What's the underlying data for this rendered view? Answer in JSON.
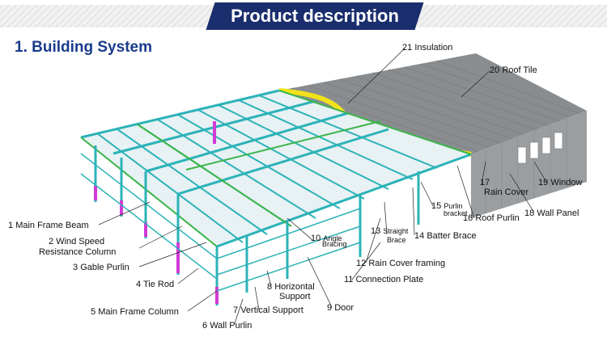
{
  "header": {
    "banner_title": "Product description",
    "section_title": "1. Building System"
  },
  "colors": {
    "banner": "#1a2e6e",
    "section_title": "#1a3b8c",
    "steel": "#2bb3b8",
    "purlin": "#3bb54a",
    "column_accent": "#d13ad6",
    "roof": "#8a8d90",
    "insulation": "#f2e21a"
  },
  "labels": [
    {
      "num": "1",
      "text": "Main Frame Beam"
    },
    {
      "num": "2",
      "text": "Wind Speed"
    },
    {
      "num": "",
      "text": "Resistance Column"
    },
    {
      "num": "3",
      "text": "Gable Purlin"
    },
    {
      "num": "4",
      "text": "Tie Rod"
    },
    {
      "num": "5",
      "text": "Main Frame Column"
    },
    {
      "num": "6",
      "text": "Wall Purlin"
    },
    {
      "num": "7",
      "text": "Vertical Support"
    },
    {
      "num": "8",
      "text": "Horizontal"
    },
    {
      "num": "",
      "text": "Support"
    },
    {
      "num": "9",
      "text": "Door"
    },
    {
      "num": "10",
      "text": "Angle"
    },
    {
      "num": "",
      "text": "Bracing"
    },
    {
      "num": "11",
      "text": "Connection Plate"
    },
    {
      "num": "12",
      "text": "Rain Cover framing"
    },
    {
      "num": "13",
      "text": "Straight"
    },
    {
      "num": "",
      "text": "Brace"
    },
    {
      "num": "14",
      "text": "Batter Brace"
    },
    {
      "num": "15",
      "text": "Purlin"
    },
    {
      "num": "",
      "text": "bracket"
    },
    {
      "num": "16",
      "text": "Roof Purlin"
    },
    {
      "num": "17",
      "text": "Rain Cover"
    },
    {
      "num": "18",
      "text": "Wall Panel"
    },
    {
      "num": "19",
      "text": "Window"
    },
    {
      "num": "20",
      "text": "Roof Tile"
    },
    {
      "num": "21",
      "text": "Insulation"
    }
  ]
}
